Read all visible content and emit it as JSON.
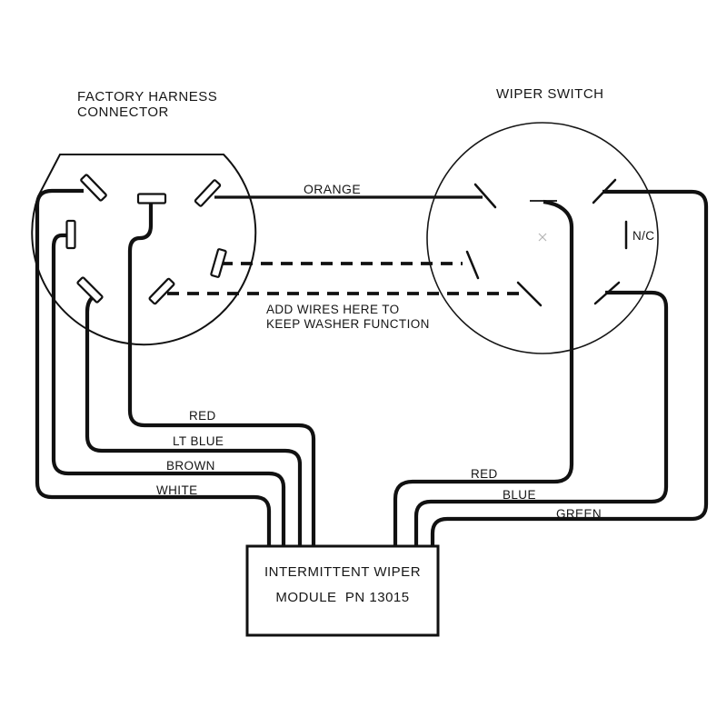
{
  "header": {
    "factory_connector_line1": "FACTORY HARNESS",
    "factory_connector_line2": "CONNECTOR",
    "wiper_switch": "WIPER SWITCH"
  },
  "wire_labels": {
    "orange": "ORANGE",
    "red_left": "RED",
    "lt_blue": "LT BLUE",
    "brown": "BROWN",
    "white": "WHITE",
    "red_right": "RED",
    "blue": "BLUE",
    "green": "GREEN"
  },
  "switch": {
    "nc_label": "N/C"
  },
  "note": {
    "line1": "ADD WIRES HERE TO",
    "line2": "KEEP WASHER FUNCTION"
  },
  "module": {
    "line1": "INTERMITTENT WIPER",
    "line2": "MODULE  PN 13015"
  },
  "colors": {
    "line": "#111111",
    "background": "#ffffff",
    "center_mark": "#b5b5b5"
  }
}
